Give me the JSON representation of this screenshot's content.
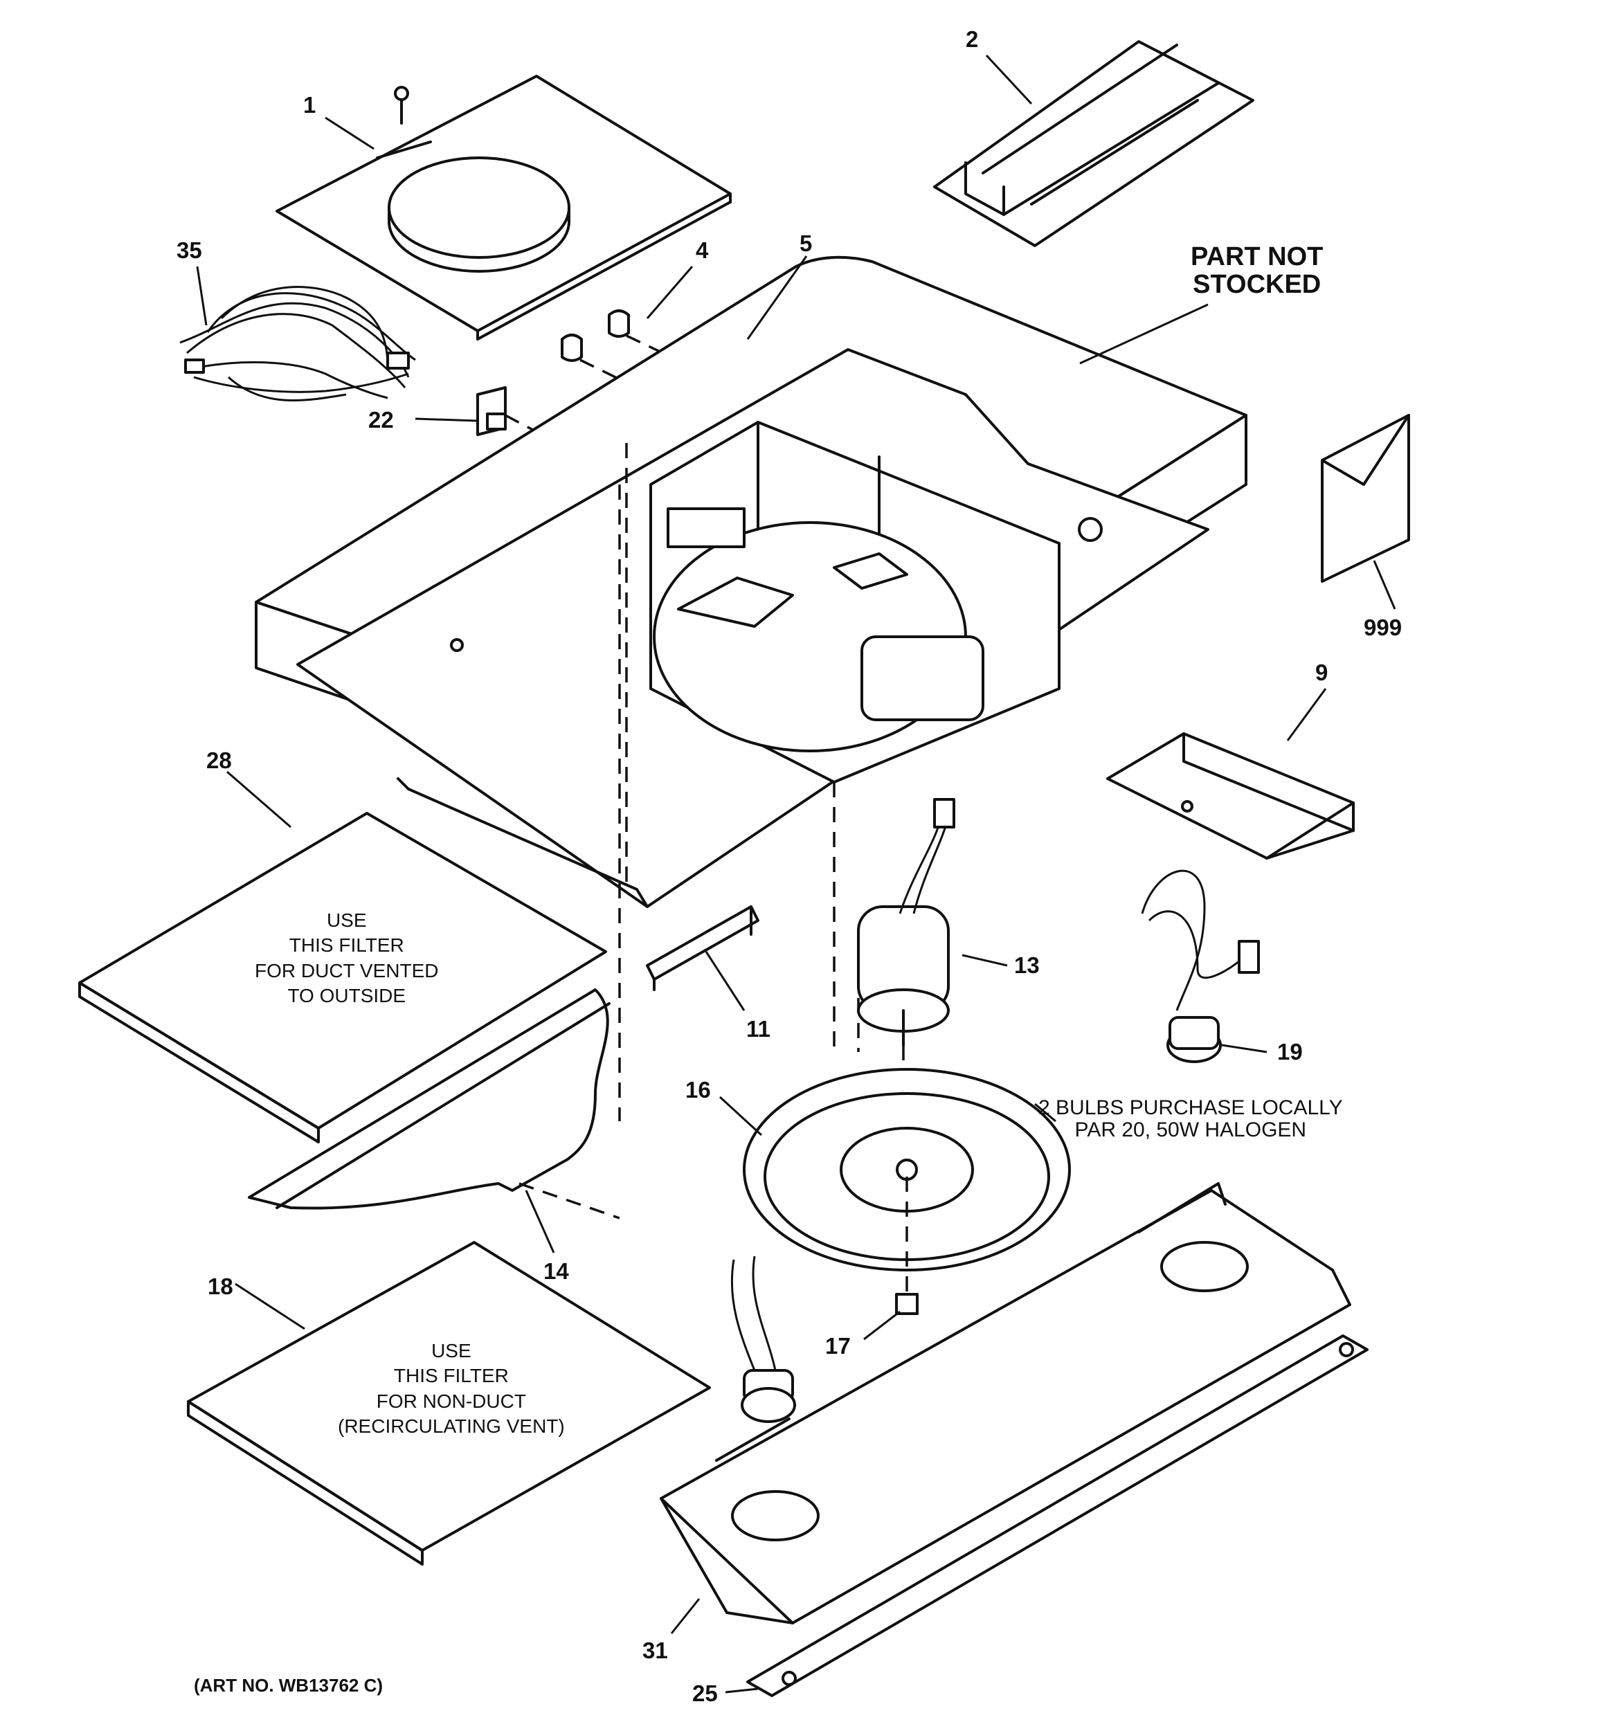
{
  "callouts": {
    "c1": "1",
    "c2": "2",
    "c4": "4",
    "c5": "5",
    "c9": "9",
    "c11": "11",
    "c13": "13",
    "c14": "14",
    "c16": "16",
    "c17": "17",
    "c18": "18",
    "c19": "19",
    "c22": "22",
    "c25": "25",
    "c28": "28",
    "c31": "31",
    "c35": "35",
    "c999": "999"
  },
  "notes": {
    "part_not_stocked_line1": "PART NOT",
    "part_not_stocked_line2": "STOCKED",
    "bulbs_line1": "2 BULBS PURCHASE LOCALLY",
    "bulbs_line2": "PAR 20, 50W HALOGEN"
  },
  "filters": {
    "duct": [
      "USE",
      "THIS FILTER",
      "FOR DUCT VENTED",
      "TO OUTSIDE"
    ],
    "nonduct": [
      "USE",
      "THIS FILTER",
      "FOR NON-DUCT",
      "(RECIRCULATING VENT)"
    ]
  },
  "art_number": "(ART NO. WB13762 C)"
}
